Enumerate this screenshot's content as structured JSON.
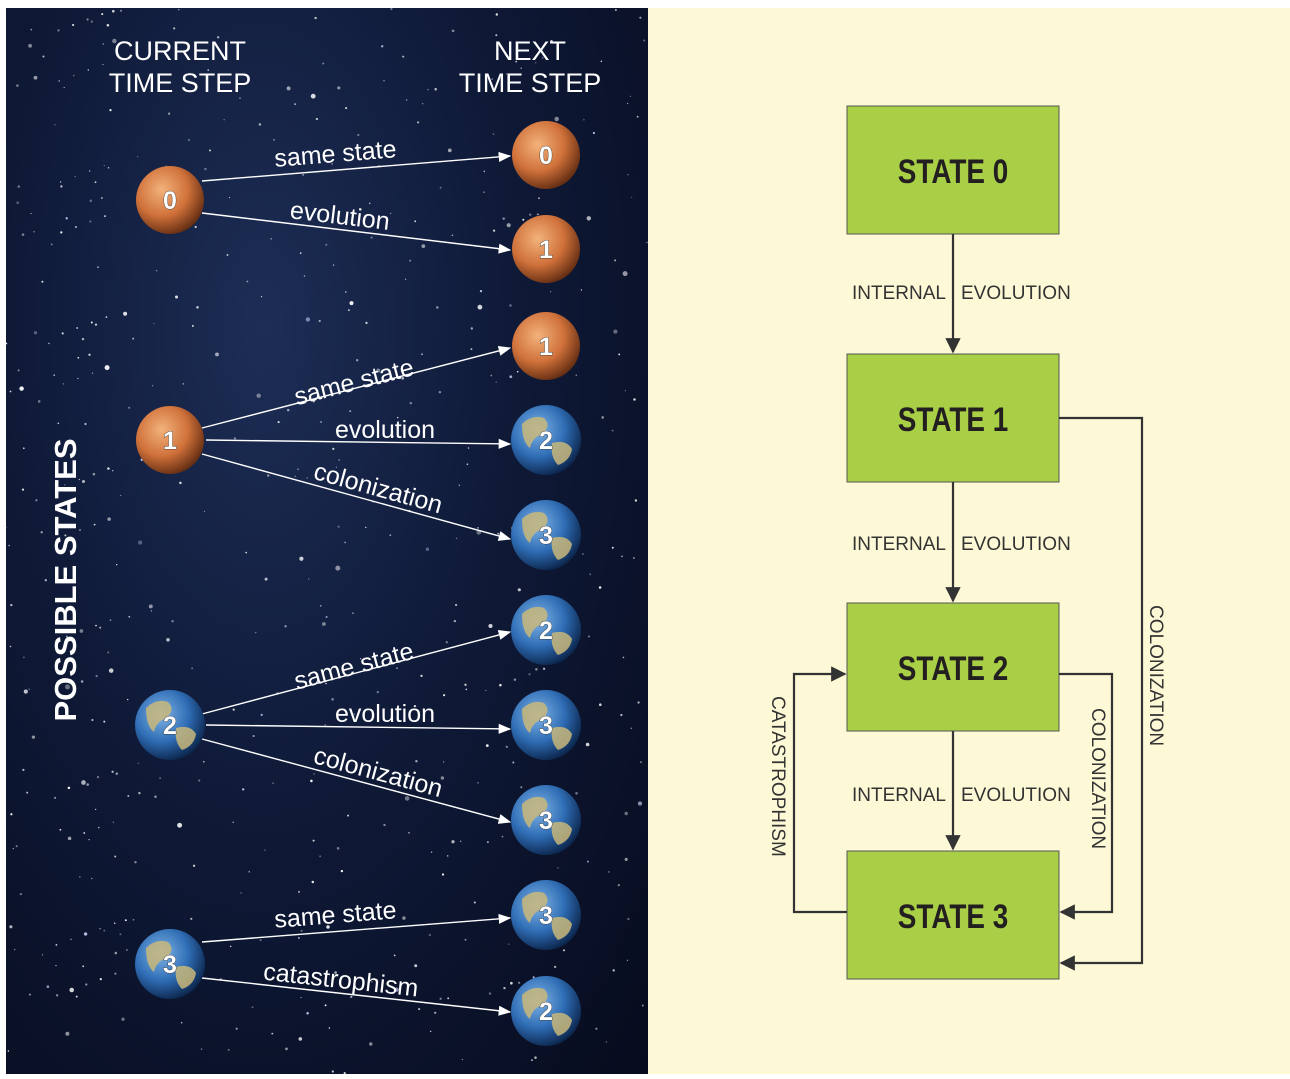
{
  "left": {
    "header_current_line1": "CURRENT",
    "header_current_line2": "TIME STEP",
    "header_next_line1": "NEXT",
    "header_next_line2": "TIME STEP",
    "side_label": "POSSIBLE STATES",
    "groups": [
      {
        "source": {
          "label": "0",
          "kind": "mars"
        },
        "transitions": [
          {
            "label": "same state",
            "target": "0",
            "kind": "mars"
          },
          {
            "label": "evolution",
            "target": "1",
            "kind": "mars"
          }
        ]
      },
      {
        "source": {
          "label": "1",
          "kind": "mars"
        },
        "transitions": [
          {
            "label": "same state",
            "target": "1",
            "kind": "mars"
          },
          {
            "label": "evolution",
            "target": "2",
            "kind": "earth"
          },
          {
            "label": "colonization",
            "target": "3",
            "kind": "earth"
          }
        ]
      },
      {
        "source": {
          "label": "2",
          "kind": "earth"
        },
        "transitions": [
          {
            "label": "same state",
            "target": "2",
            "kind": "earth"
          },
          {
            "label": "evolution",
            "target": "3",
            "kind": "earth"
          },
          {
            "label": "colonization",
            "target": "3",
            "kind": "earth"
          }
        ]
      },
      {
        "source": {
          "label": "3",
          "kind": "earth"
        },
        "transitions": [
          {
            "label": "same state",
            "target": "3",
            "kind": "earth"
          },
          {
            "label": "catastrophism",
            "target": "2",
            "kind": "earth"
          }
        ]
      }
    ]
  },
  "right": {
    "states": [
      "STATE 0",
      "STATE 1",
      "STATE 2",
      "STATE 3"
    ],
    "internal_label_left": "INTERNAL",
    "internal_label_right": "EVOLUTION",
    "colonization_label": "COLONIZATION",
    "catastrophism_label": "CATASTROPHISM"
  },
  "colors": {
    "state_box": "#a8cf45",
    "right_background": "#fdf9d6",
    "mars": "#d0713a",
    "earth_ocean": "#2f6db5",
    "earth_land": "#c9b77a"
  }
}
